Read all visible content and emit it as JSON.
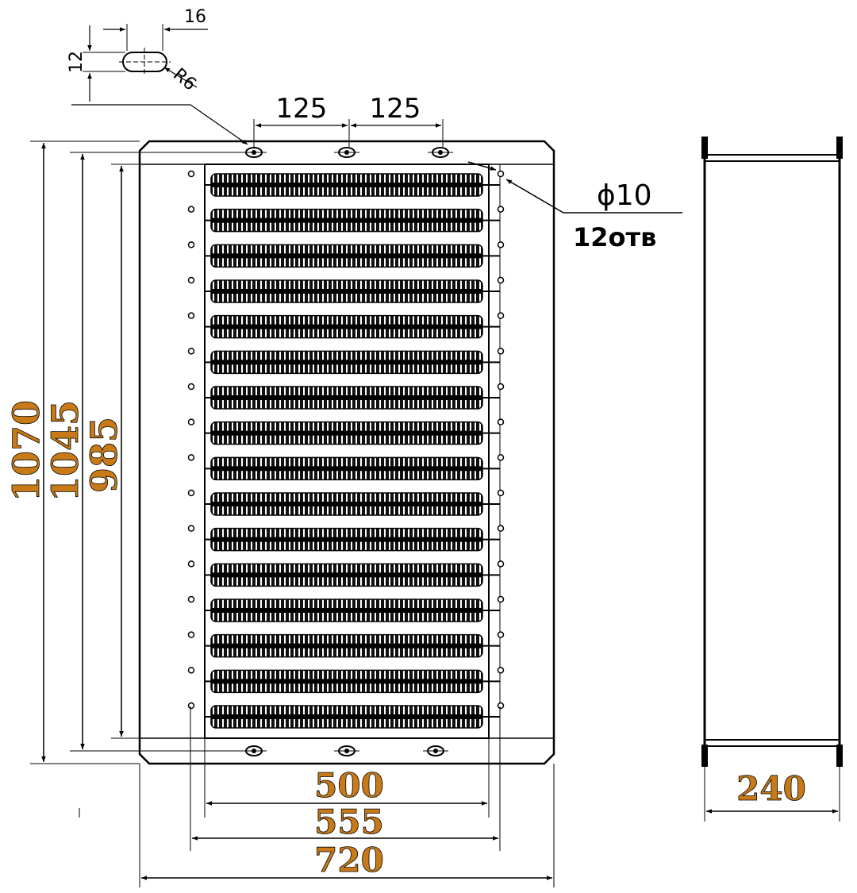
{
  "colors": {
    "line": "#000000",
    "dimension_highlight": "#c77a17",
    "background": "#ffffff"
  },
  "detail": {
    "slot_width": "16",
    "slot_height": "12",
    "slot_radius": "R6"
  },
  "top_dims": {
    "spacing_left": "125",
    "spacing_right": "125"
  },
  "hole_note": {
    "diameter": "ϕ10",
    "count": "12отв"
  },
  "height_dims": {
    "overall": "1070",
    "mount": "1045",
    "inner": "985"
  },
  "width_dims": {
    "core": "500",
    "mount": "555",
    "overall": "720"
  },
  "side_view": {
    "depth": "240"
  },
  "heater": {
    "element_rows": 16
  }
}
